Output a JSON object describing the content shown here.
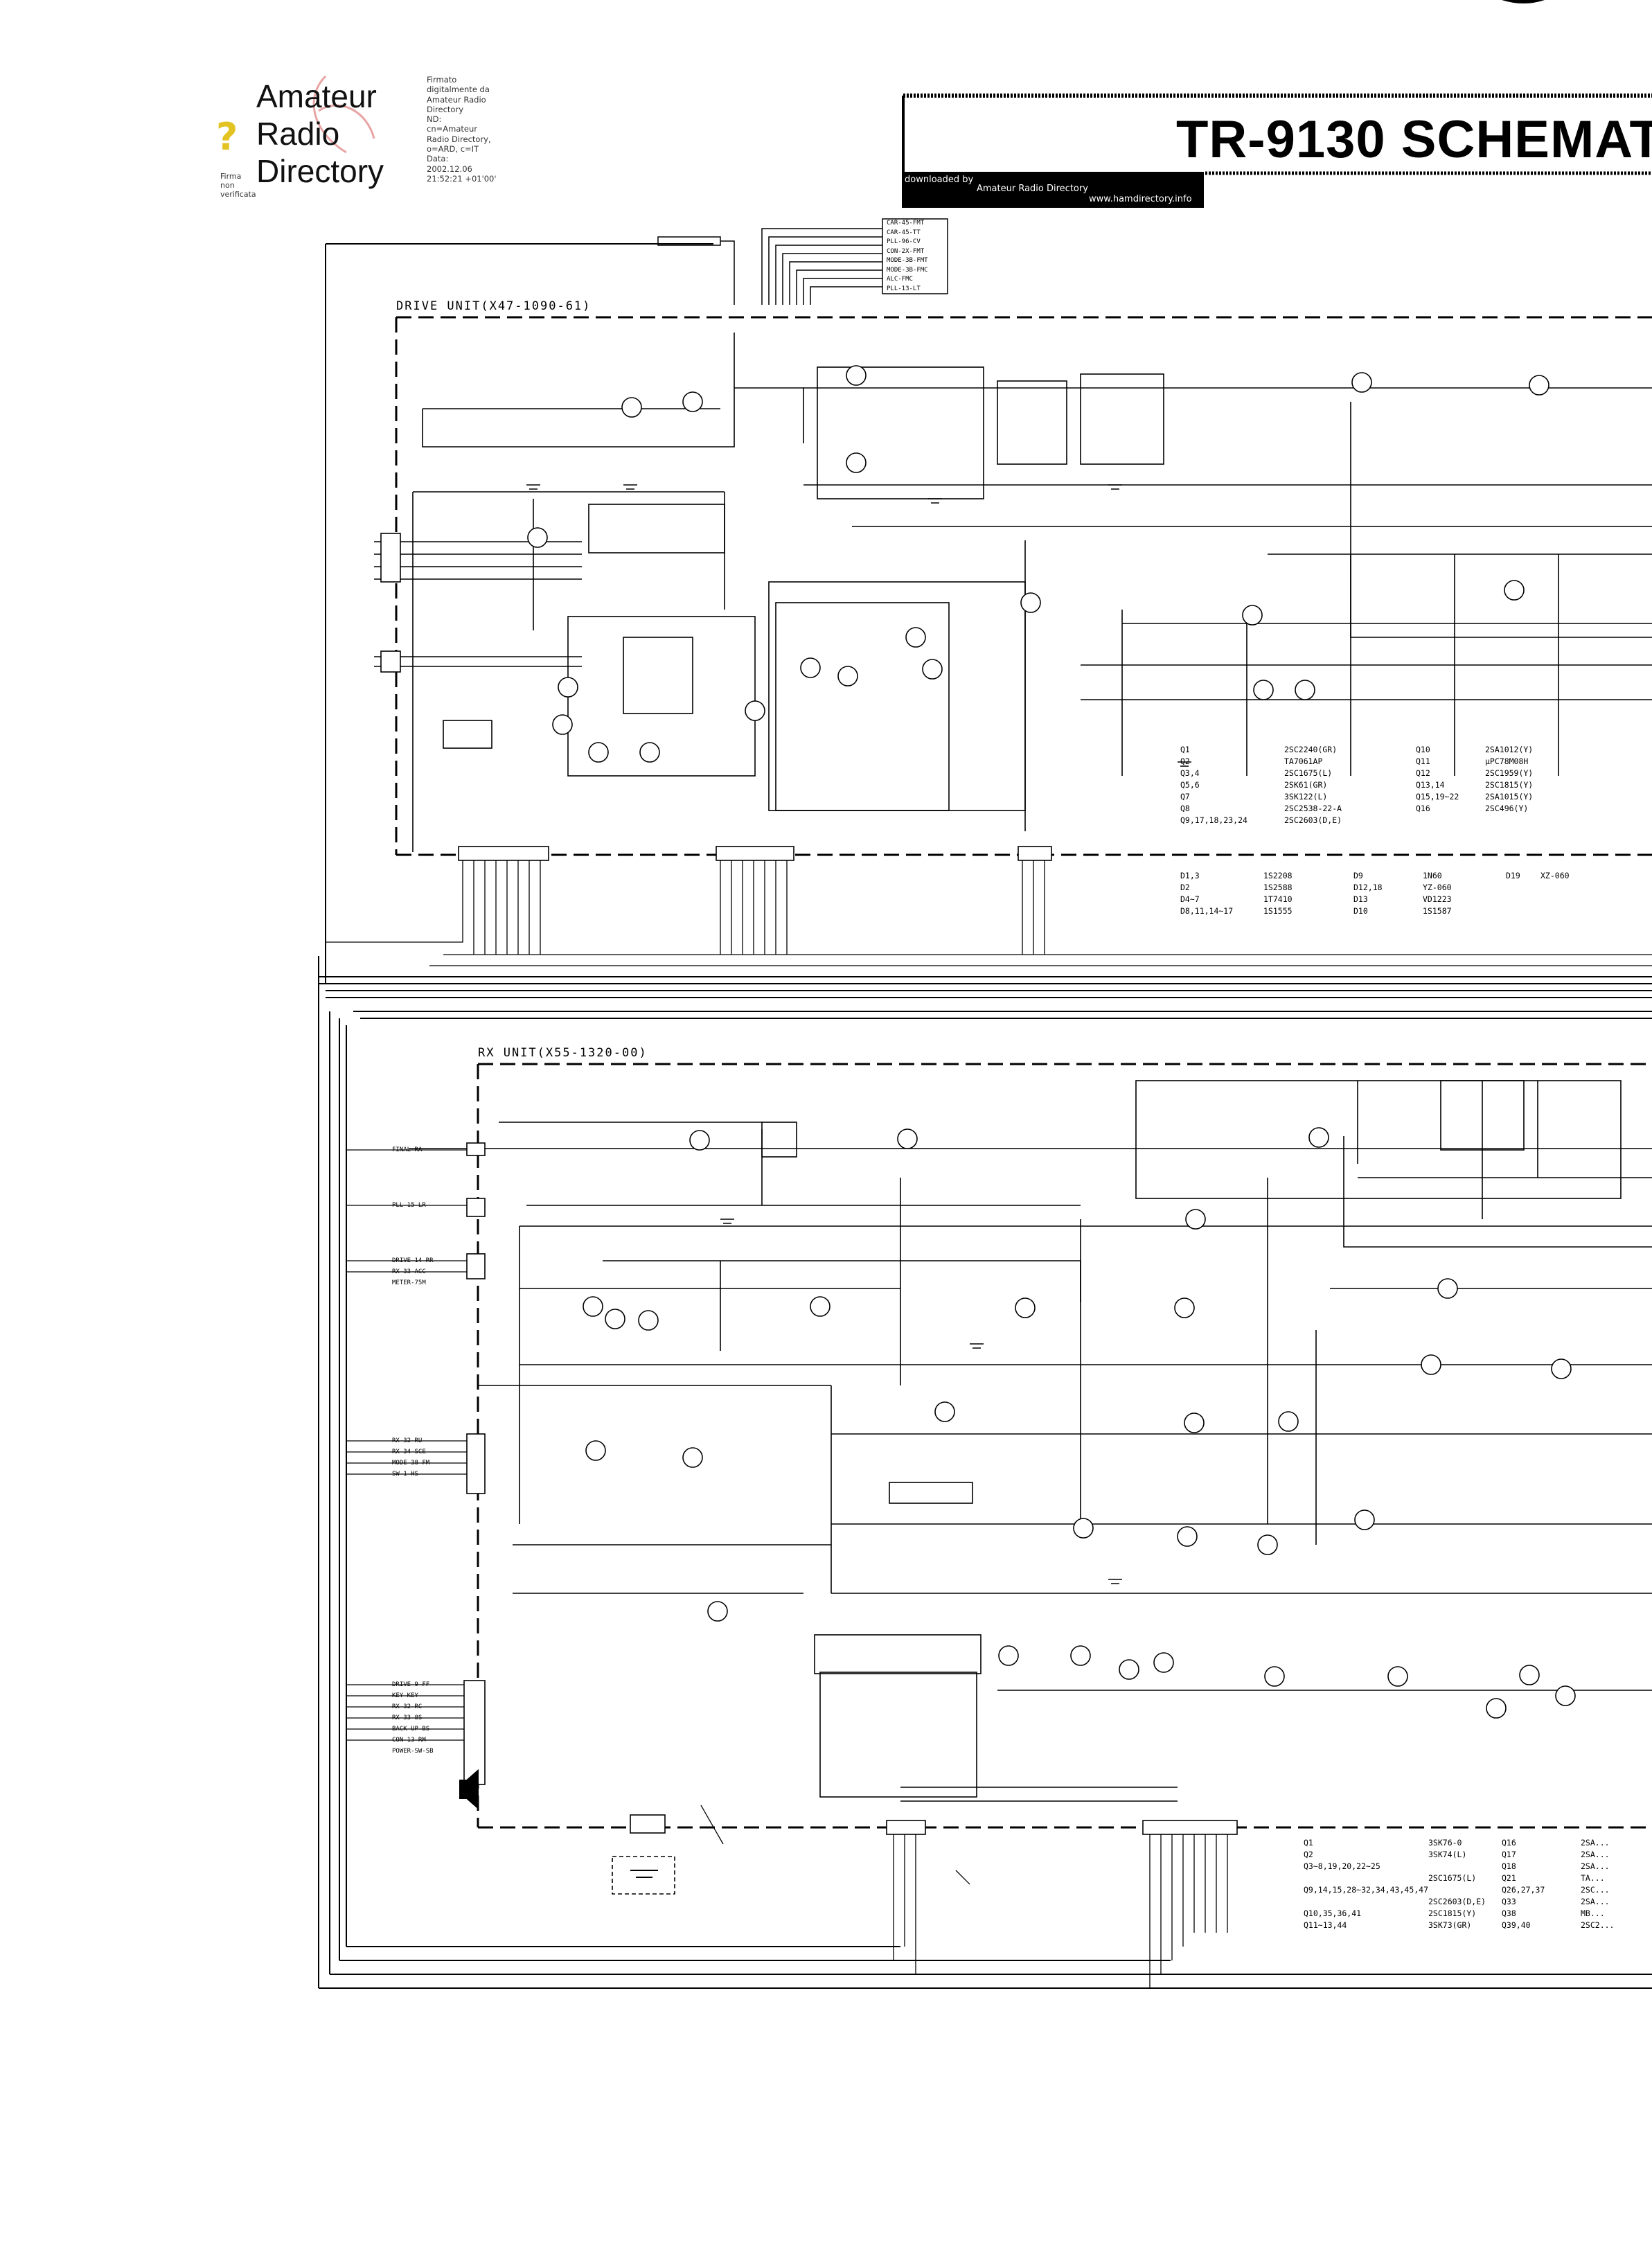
{
  "logo": {
    "line1": "Amateur",
    "line2": "Radio",
    "line3": "Directory",
    "mark": "?",
    "firma_note": [
      "Firma",
      "non",
      "verificata"
    ],
    "swirl_icon": "signature-swirl-icon"
  },
  "signature": {
    "lines": [
      "Firmato",
      "digitalmente da",
      "Amateur Radio",
      "Directory",
      "ND:",
      "cn=Amateur",
      "Radio Directory,",
      "o=ARD, c=IT",
      "Data:",
      "2002.12.06",
      "21:52:21 +01'00'"
    ]
  },
  "title": "TR-9130 SCHEMAT",
  "banner": {
    "line1": "downloaded by",
    "line2": "Amateur Radio Directory",
    "line3": "www.hamdirectory.info"
  },
  "drive_unit": {
    "label": "DRIVE UNIT(X47-1090-61)",
    "table_a": [
      [
        "Q1",
        "2SC2240(GR)",
        "Q10",
        "2SA1012(Y)"
      ],
      [
        "Q2",
        "TA7061AP",
        "Q11",
        "µPC78M08H"
      ],
      [
        "Q3,4",
        "2SC1675(L)",
        "Q12",
        "2SC1959(Y)"
      ],
      [
        "Q5,6",
        "2SK61(GR)",
        "Q13,14",
        "2SC1815(Y)"
      ],
      [
        "Q7",
        "3SK122(L)",
        "Q15,19~22",
        "2SA1015(Y)"
      ],
      [
        "Q8",
        "2SC2538-22-A",
        "Q16",
        "2SC496(Y)"
      ],
      [
        "Q9,17,18,23,24",
        "2SC2603(D,E)",
        "",
        ""
      ]
    ],
    "table_b": [
      [
        "D1,3",
        "1S2208",
        "D9",
        "1N60",
        "D19",
        "XZ-060"
      ],
      [
        "D2",
        "1S2588",
        "D12,18",
        "YZ-060",
        "",
        ""
      ],
      [
        "D4~7",
        "1T7410",
        "D13",
        "VD1223",
        "",
        ""
      ],
      [
        "D8,11,14~17",
        "1S1555",
        "D10",
        "1S1587",
        "",
        ""
      ]
    ]
  },
  "rx_unit": {
    "label": "RX UNIT(X55-1320-00)",
    "table_c": [
      [
        "Q1",
        "3SK76-0",
        "Q16",
        "2SA..."
      ],
      [
        "Q2",
        "3SK74(L)",
        "Q17",
        "2SA..."
      ],
      [
        "Q3~8,19,20,22~25",
        "",
        "Q18",
        "2SA..."
      ],
      [
        "",
        "2SC1675(L)",
        "Q21",
        "TA..."
      ],
      [
        "Q9,14,15,28~32,34,43,45,47",
        "",
        "Q26,27,37",
        "2SC..."
      ],
      [
        "",
        "2SC2603(D,E)",
        "Q33",
        "2SA..."
      ],
      [
        "Q10,35,36,41",
        "2SC1815(Y)",
        "Q38",
        "MB..."
      ],
      [
        "Q11~13,44",
        "3SK73(GR)",
        "Q39,40",
        "2SC2..."
      ]
    ]
  },
  "top_connectors": [
    "CAR-45-FMT",
    "CAR-45-TT",
    "PLL-96-CV",
    "CON-2X-FMT",
    "MODE-3B-FMT",
    "MODE-3B-FMC",
    "ALC-FMC",
    "PLL-13-LT"
  ],
  "rx_left_labels": [
    "FINAL-RA",
    "PLL-15-LR",
    "DRIVE-14-RR",
    "RX-33-ACC",
    "METER-75M",
    "RX-32-RU",
    "RX-34-SCE",
    "MODE-38-FM",
    "SW-1-HS",
    "DRIVE-9-FF",
    "KEY-KEY",
    "RX-32-RC",
    "RX-33-8S",
    "BACK-UP-BS",
    "CON-13-RM",
    "POWER-SW-SB"
  ],
  "icons": {
    "speaker": "speaker-icon",
    "battery": "battery-icon"
  }
}
